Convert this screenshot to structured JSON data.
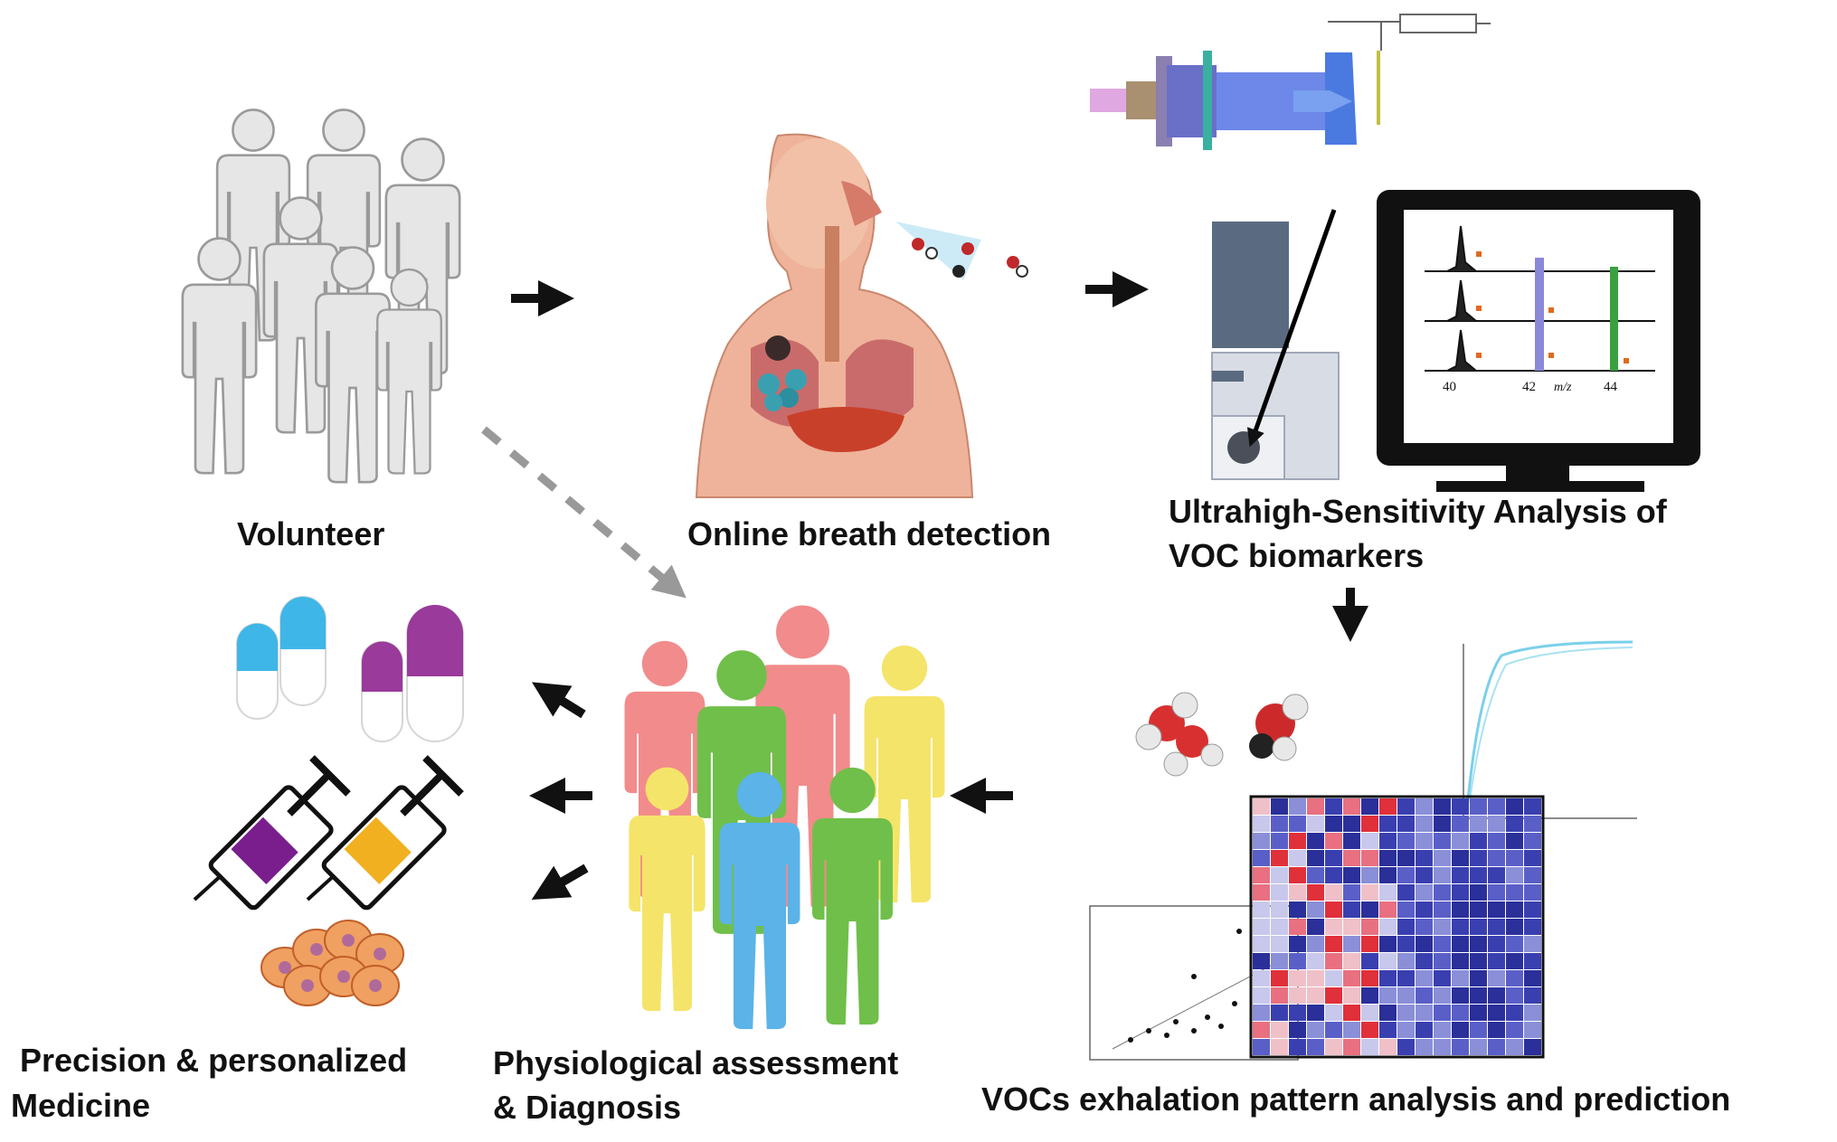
{
  "labels": {
    "volunteer": "Volunteer",
    "online_breath": "Online breath detection",
    "analysis_line1": "Ultrahigh-Sensitivity Analysis of",
    "analysis_line2": "VOC biomarkers",
    "precision_line1": "Precision & personalized",
    "precision_line2": "Medicine",
    "physio_line1": "Physiological assessment",
    "physio_line2": "& Diagnosis",
    "vocs_pattern": "VOCs exhalation pattern analysis and prediction"
  },
  "spectrum": {
    "ticks": [
      "40",
      "42",
      "44"
    ],
    "axis_label": "m/z"
  },
  "colors": {
    "gray_people": "#e6e6e6",
    "pink": "#f28b8b",
    "green": "#6fbf4a",
    "yellow": "#f5e46a",
    "blue": "#5bb3e8",
    "heatmap_red": "#e0303a",
    "heatmap_blue": "#2a2f9a",
    "monitor": "#111111"
  }
}
